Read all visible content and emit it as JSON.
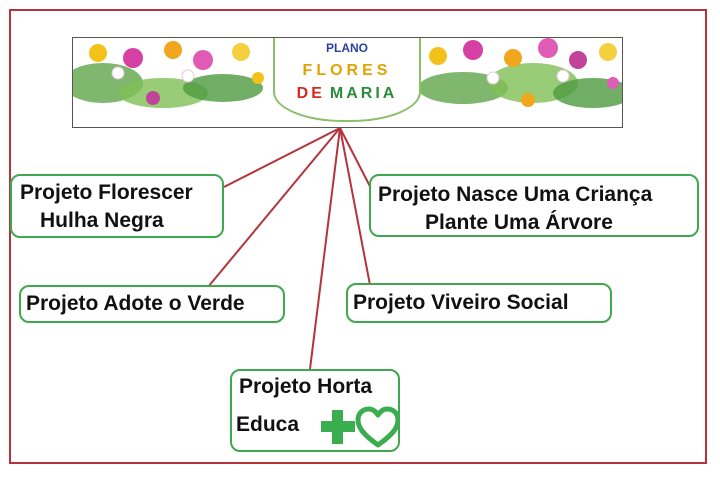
{
  "banner": {
    "line1": "PLANO",
    "line2": "FLORES",
    "line3_de": "DE",
    "line3_maria": "MARIA"
  },
  "projects": {
    "florescer": {
      "line1": "Projeto Florescer",
      "line2": "Hulha Negra"
    },
    "nasce": {
      "line1": "Projeto Nasce Uma Criança",
      "line2": "Plante Uma Árvore"
    },
    "adote": {
      "line1": "Projeto Adote o Verde"
    },
    "viveiro": {
      "line1": "Projeto Viveiro Social"
    },
    "horta": {
      "line1": "Projeto Horta",
      "line2": "Educa",
      "icons": [
        "plus-icon",
        "heart-icon"
      ]
    }
  },
  "colors": {
    "frame": "#b5343b",
    "connector": "#b5343b",
    "node_border": "#3ea84e",
    "plus": "#3aae4f",
    "heart": "#3aae4f"
  }
}
